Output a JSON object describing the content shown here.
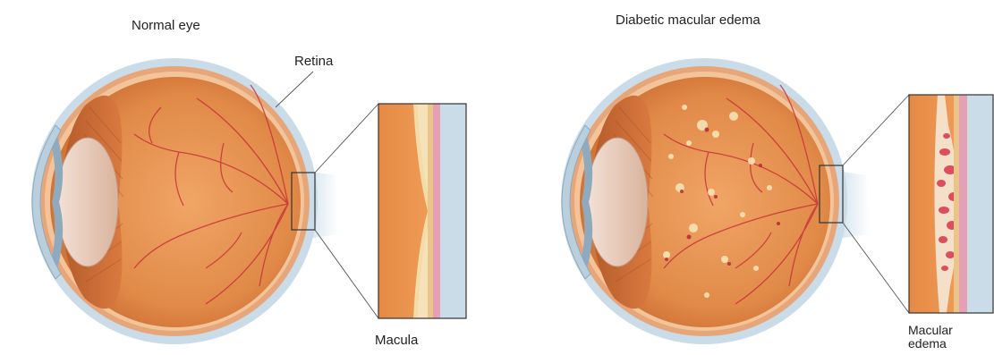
{
  "left_panel": {
    "title": "Normal eye",
    "retina_label": "Retina",
    "macula_label": "Macula"
  },
  "right_panel": {
    "title": "Diabetic macular edema",
    "edema_label_line1": "Macular",
    "edema_label_line2": "edema"
  },
  "colors": {
    "sclera": "#c9dce8",
    "choroid": "#e4a47a",
    "fundus": "#e5924f",
    "vessel": "#c8323a",
    "lens": "#e8cfc0",
    "cornea": "#b9cfdd",
    "retina_layer": "#f4dca8",
    "pink_layer": "#e6a0b4",
    "edema_fluid": "#f4e0c8"
  }
}
